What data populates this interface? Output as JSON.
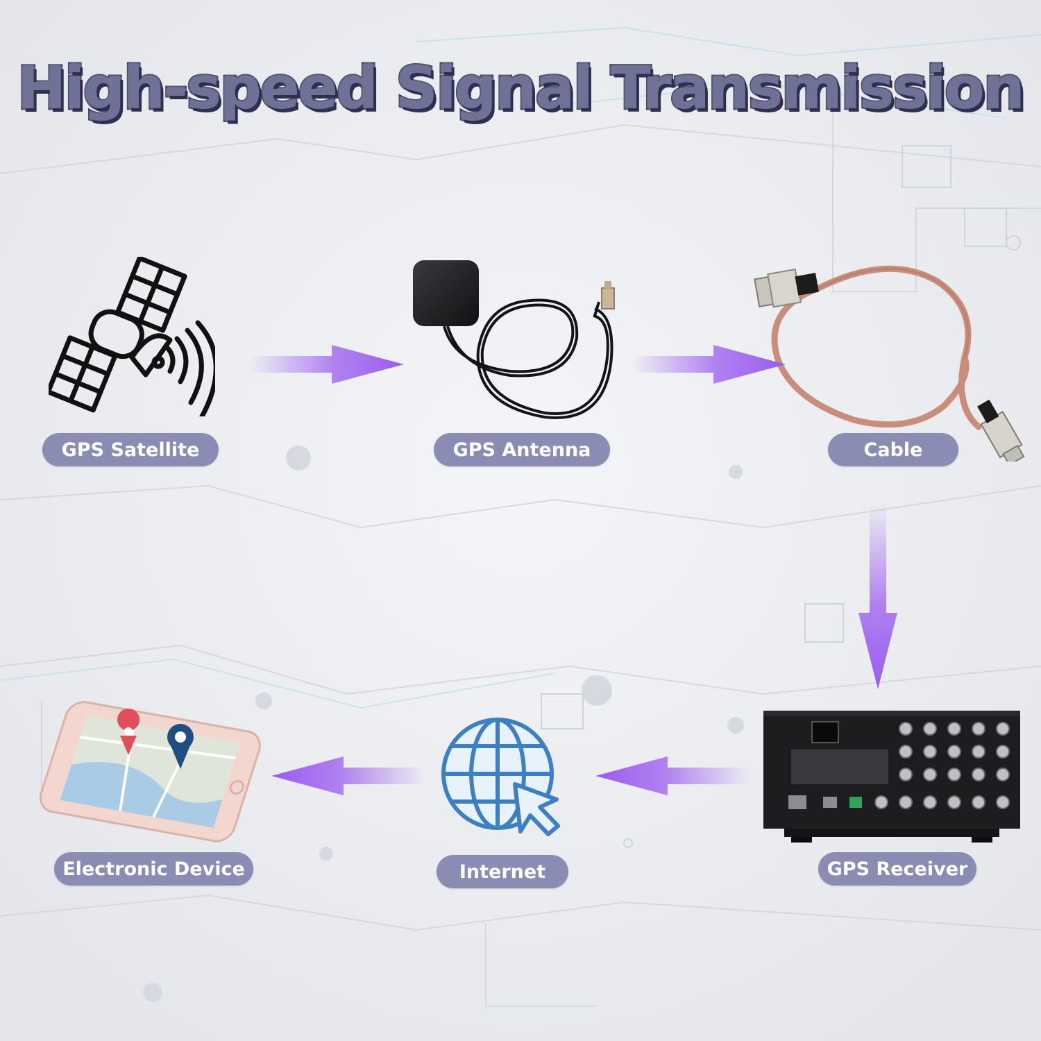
{
  "title": "High-speed Signal Transmission",
  "nodes": {
    "gps_satellite": {
      "label": "GPS Satellite"
    },
    "gps_antenna": {
      "label": "GPS Antenna"
    },
    "cable": {
      "label": "Cable"
    },
    "gps_receiver": {
      "label": "GPS Receiver"
    },
    "internet": {
      "label": "Internet"
    },
    "electronic_device": {
      "label": "Electronic Device"
    }
  },
  "flow": [
    "GPS Satellite",
    "GPS Antenna",
    "Cable",
    "GPS Receiver",
    "Internet",
    "Electronic Device"
  ],
  "colors": {
    "pill": "#8a8cb4",
    "arrow": "#9b5cf0",
    "title_fill": "#6f7196",
    "title_stroke": "#3d3f60",
    "background": "#eceef2"
  }
}
